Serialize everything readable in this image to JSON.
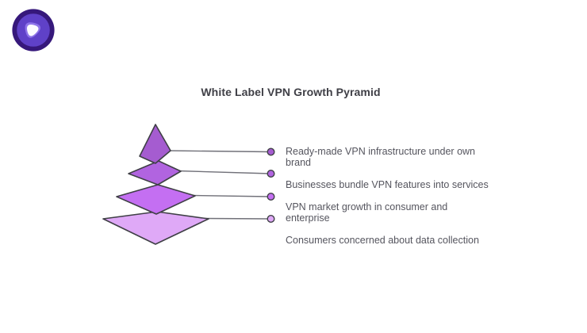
{
  "theme": {
    "background": "#FFFFFF",
    "outline": "#3F3F46",
    "connector": "#717179",
    "title-color": "#3F3F46",
    "label-color": "#55555E"
  },
  "logo": {
    "name": "vpn-brand-logo",
    "colors": {
      "outer": "#36187B",
      "ring": "#5F41C8",
      "inner": "#8E74E9",
      "core": "#FCFBFF"
    }
  },
  "title": "White Label VPN Growth Pyramid",
  "pyramid": {
    "type": "pyramid",
    "levels": [
      {
        "rank": 1,
        "label": "Ready-made VPN infrastructure under own brand",
        "color": "#A55CD0"
      },
      {
        "rank": 2,
        "label": "Businesses bundle VPN features into services",
        "color": "#B164E0"
      },
      {
        "rank": 3,
        "label": "VPN market growth in consumer and enterprise",
        "color": "#C46FF2"
      },
      {
        "rank": 4,
        "label": "Consumers concerned about data collection",
        "color": "#DFA9F7"
      }
    ]
  }
}
